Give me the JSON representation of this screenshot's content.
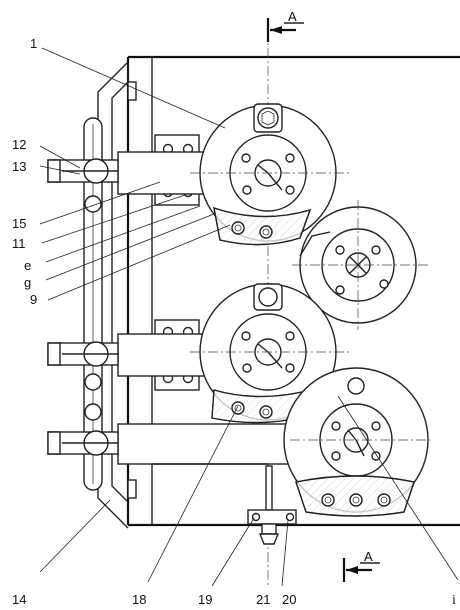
{
  "diagram": {
    "section_marker": "A",
    "labels": {
      "l1": "1",
      "l12": "12",
      "l13": "13",
      "l15": "15",
      "l11": "11",
      "le": "e",
      "lg": "g",
      "l9": "9",
      "l14": "14",
      "l18": "18",
      "l19": "19",
      "l21": "21",
      "l20": "20",
      "li": "i"
    }
  }
}
